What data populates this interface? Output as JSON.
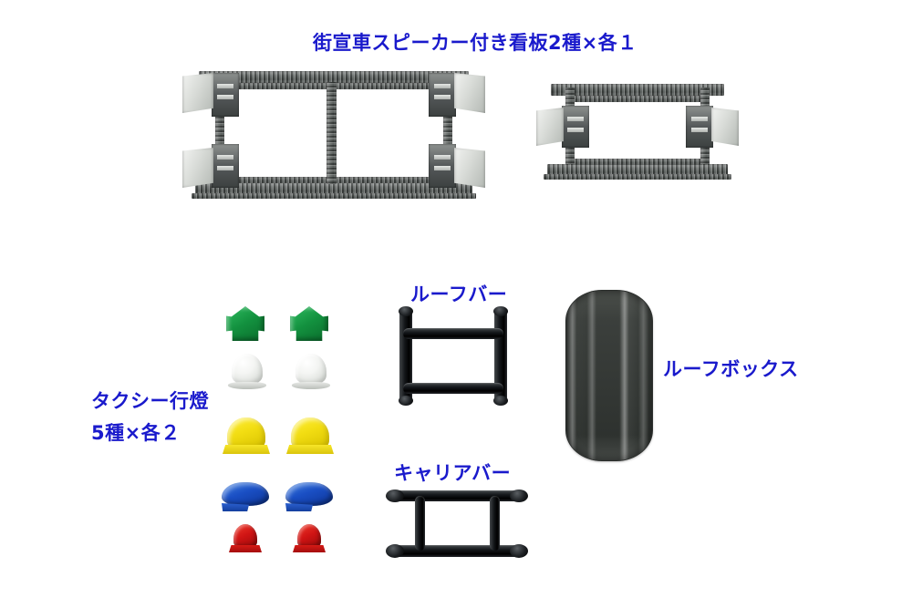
{
  "sheet": {
    "background_color": "#ffffff",
    "label_color": "#1a1acc"
  },
  "labels": {
    "speaker_signboard": "街宣車スピーカー付き看板2種×各１",
    "roof_bar": "ルーフバー",
    "carrier_bar": "キャリアバー",
    "roof_box": "ルーフボックス",
    "taxi_lamp_line1": "タクシー行燈",
    "taxi_lamp_line2": "5種×各２"
  },
  "parts": {
    "speaker_frames": [
      {
        "name": "large-speaker-signboard-frame",
        "material_color": "#636866",
        "horn_color": "#d8dbd7"
      },
      {
        "name": "small-speaker-signboard-frame",
        "material_color": "#636866",
        "horn_color": "#d8dbd7"
      }
    ],
    "taxi_lamps": {
      "variants": 5,
      "quantity_each": 2,
      "rows": [
        {
          "name": "green-arrow-lamp",
          "color": "#13913f",
          "count": 2
        },
        {
          "name": "white-dome-lamp",
          "color": "#f4f5f3",
          "count": 2
        },
        {
          "name": "yellow-round-lamp",
          "color": "#f2dd12",
          "count": 2
        },
        {
          "name": "blue-oval-lamp",
          "color": "#1a4fc4",
          "count": 2
        },
        {
          "name": "red-round-lamp",
          "color": "#d01414",
          "count": 2
        }
      ]
    },
    "roof_bar": {
      "name": "roof-bar-part",
      "color": "#14171a"
    },
    "carrier_bar": {
      "name": "carrier-bar-part",
      "color": "#14171a"
    },
    "roof_box": {
      "name": "roof-box-part",
      "color": "#343835"
    }
  }
}
